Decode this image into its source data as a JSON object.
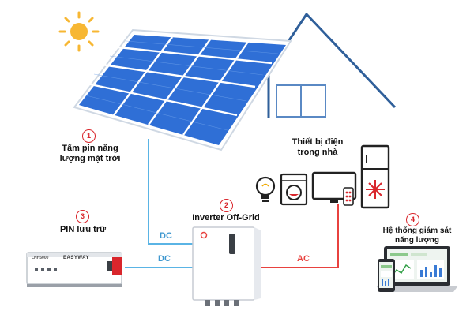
{
  "components": {
    "panel": {
      "number": "1",
      "label_line1": "Tấm pin năng",
      "label_line2": "lượng mặt trời"
    },
    "inverter": {
      "number": "2",
      "label": "Inverter Off-Grid"
    },
    "battery": {
      "number": "3",
      "label": "PIN lưu trữ",
      "brand": "EASYWAY",
      "model": "LNH5000"
    },
    "monitor": {
      "number": "4",
      "label_line1": "Hệ thống giám sát",
      "label_line2": "năng lượng"
    },
    "appliances": {
      "label_line1": "Thiết bị điện",
      "label_line2": "trong nhà"
    }
  },
  "flows": {
    "dc_top": "DC",
    "dc_bottom": "DC",
    "ac": "AC"
  },
  "colors": {
    "dc_line": "#5ab4e5",
    "ac_line": "#e8423f",
    "accent_red": "#d9262c",
    "sun": "#f7b733",
    "panel": "#2f6fd6",
    "roof": "#2f5f9a"
  },
  "icons": [
    "sun-icon",
    "lightbulb-icon",
    "washing-machine-icon",
    "tv-icon",
    "fridge-icon",
    "laptop-icon",
    "phone-icon"
  ]
}
